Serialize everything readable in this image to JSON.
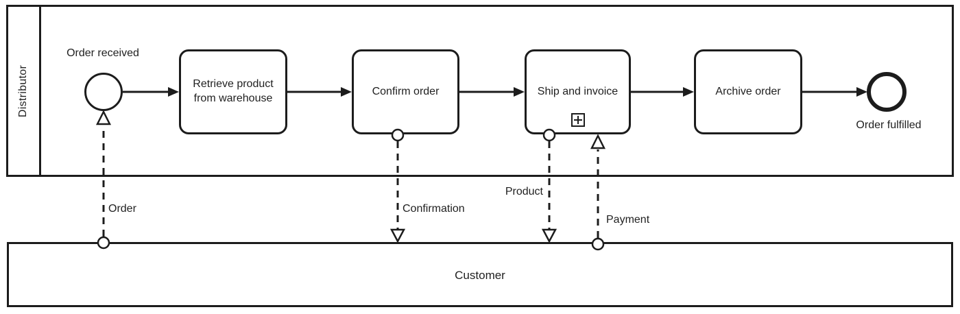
{
  "diagram": {
    "type": "bpmn-collaboration",
    "colors": {
      "stroke": "#1c1c1c",
      "background": "#ffffff",
      "text": "#1f1f1f"
    },
    "pools": {
      "distributor": {
        "label": "Distributor"
      },
      "customer": {
        "label": "Customer"
      }
    },
    "nodes": {
      "start_event": {
        "type": "start-event",
        "label": "Order received"
      },
      "tasks": [
        {
          "label": "Retrieve product from warehouse"
        },
        {
          "label": "Confirm order"
        },
        {
          "label": "Ship and invoice",
          "marker": "subprocess-plus"
        },
        {
          "label": "Archive order"
        }
      ],
      "end_event": {
        "type": "end-event",
        "label": "Order fulfilled"
      }
    },
    "sequence_flows": [
      {
        "from": "Order received",
        "to": "Retrieve product from warehouse"
      },
      {
        "from": "Retrieve product from warehouse",
        "to": "Confirm order"
      },
      {
        "from": "Confirm order",
        "to": "Ship and invoice"
      },
      {
        "from": "Ship and invoice",
        "to": "Archive order"
      },
      {
        "from": "Archive order",
        "to": "Order fulfilled"
      }
    ],
    "message_flows": [
      {
        "label": "Order",
        "from": "Customer",
        "to": "Order received",
        "direction": "up"
      },
      {
        "label": "Confirmation",
        "from": "Confirm order",
        "to": "Customer",
        "direction": "down"
      },
      {
        "label": "Product",
        "from": "Ship and invoice",
        "to": "Customer",
        "direction": "down"
      },
      {
        "label": "Payment",
        "from": "Customer",
        "to": "Ship and invoice",
        "direction": "up"
      }
    ],
    "icons": {
      "subprocess_marker": {
        "name": "subprocess-plus-icon",
        "glyph": "+"
      }
    }
  }
}
